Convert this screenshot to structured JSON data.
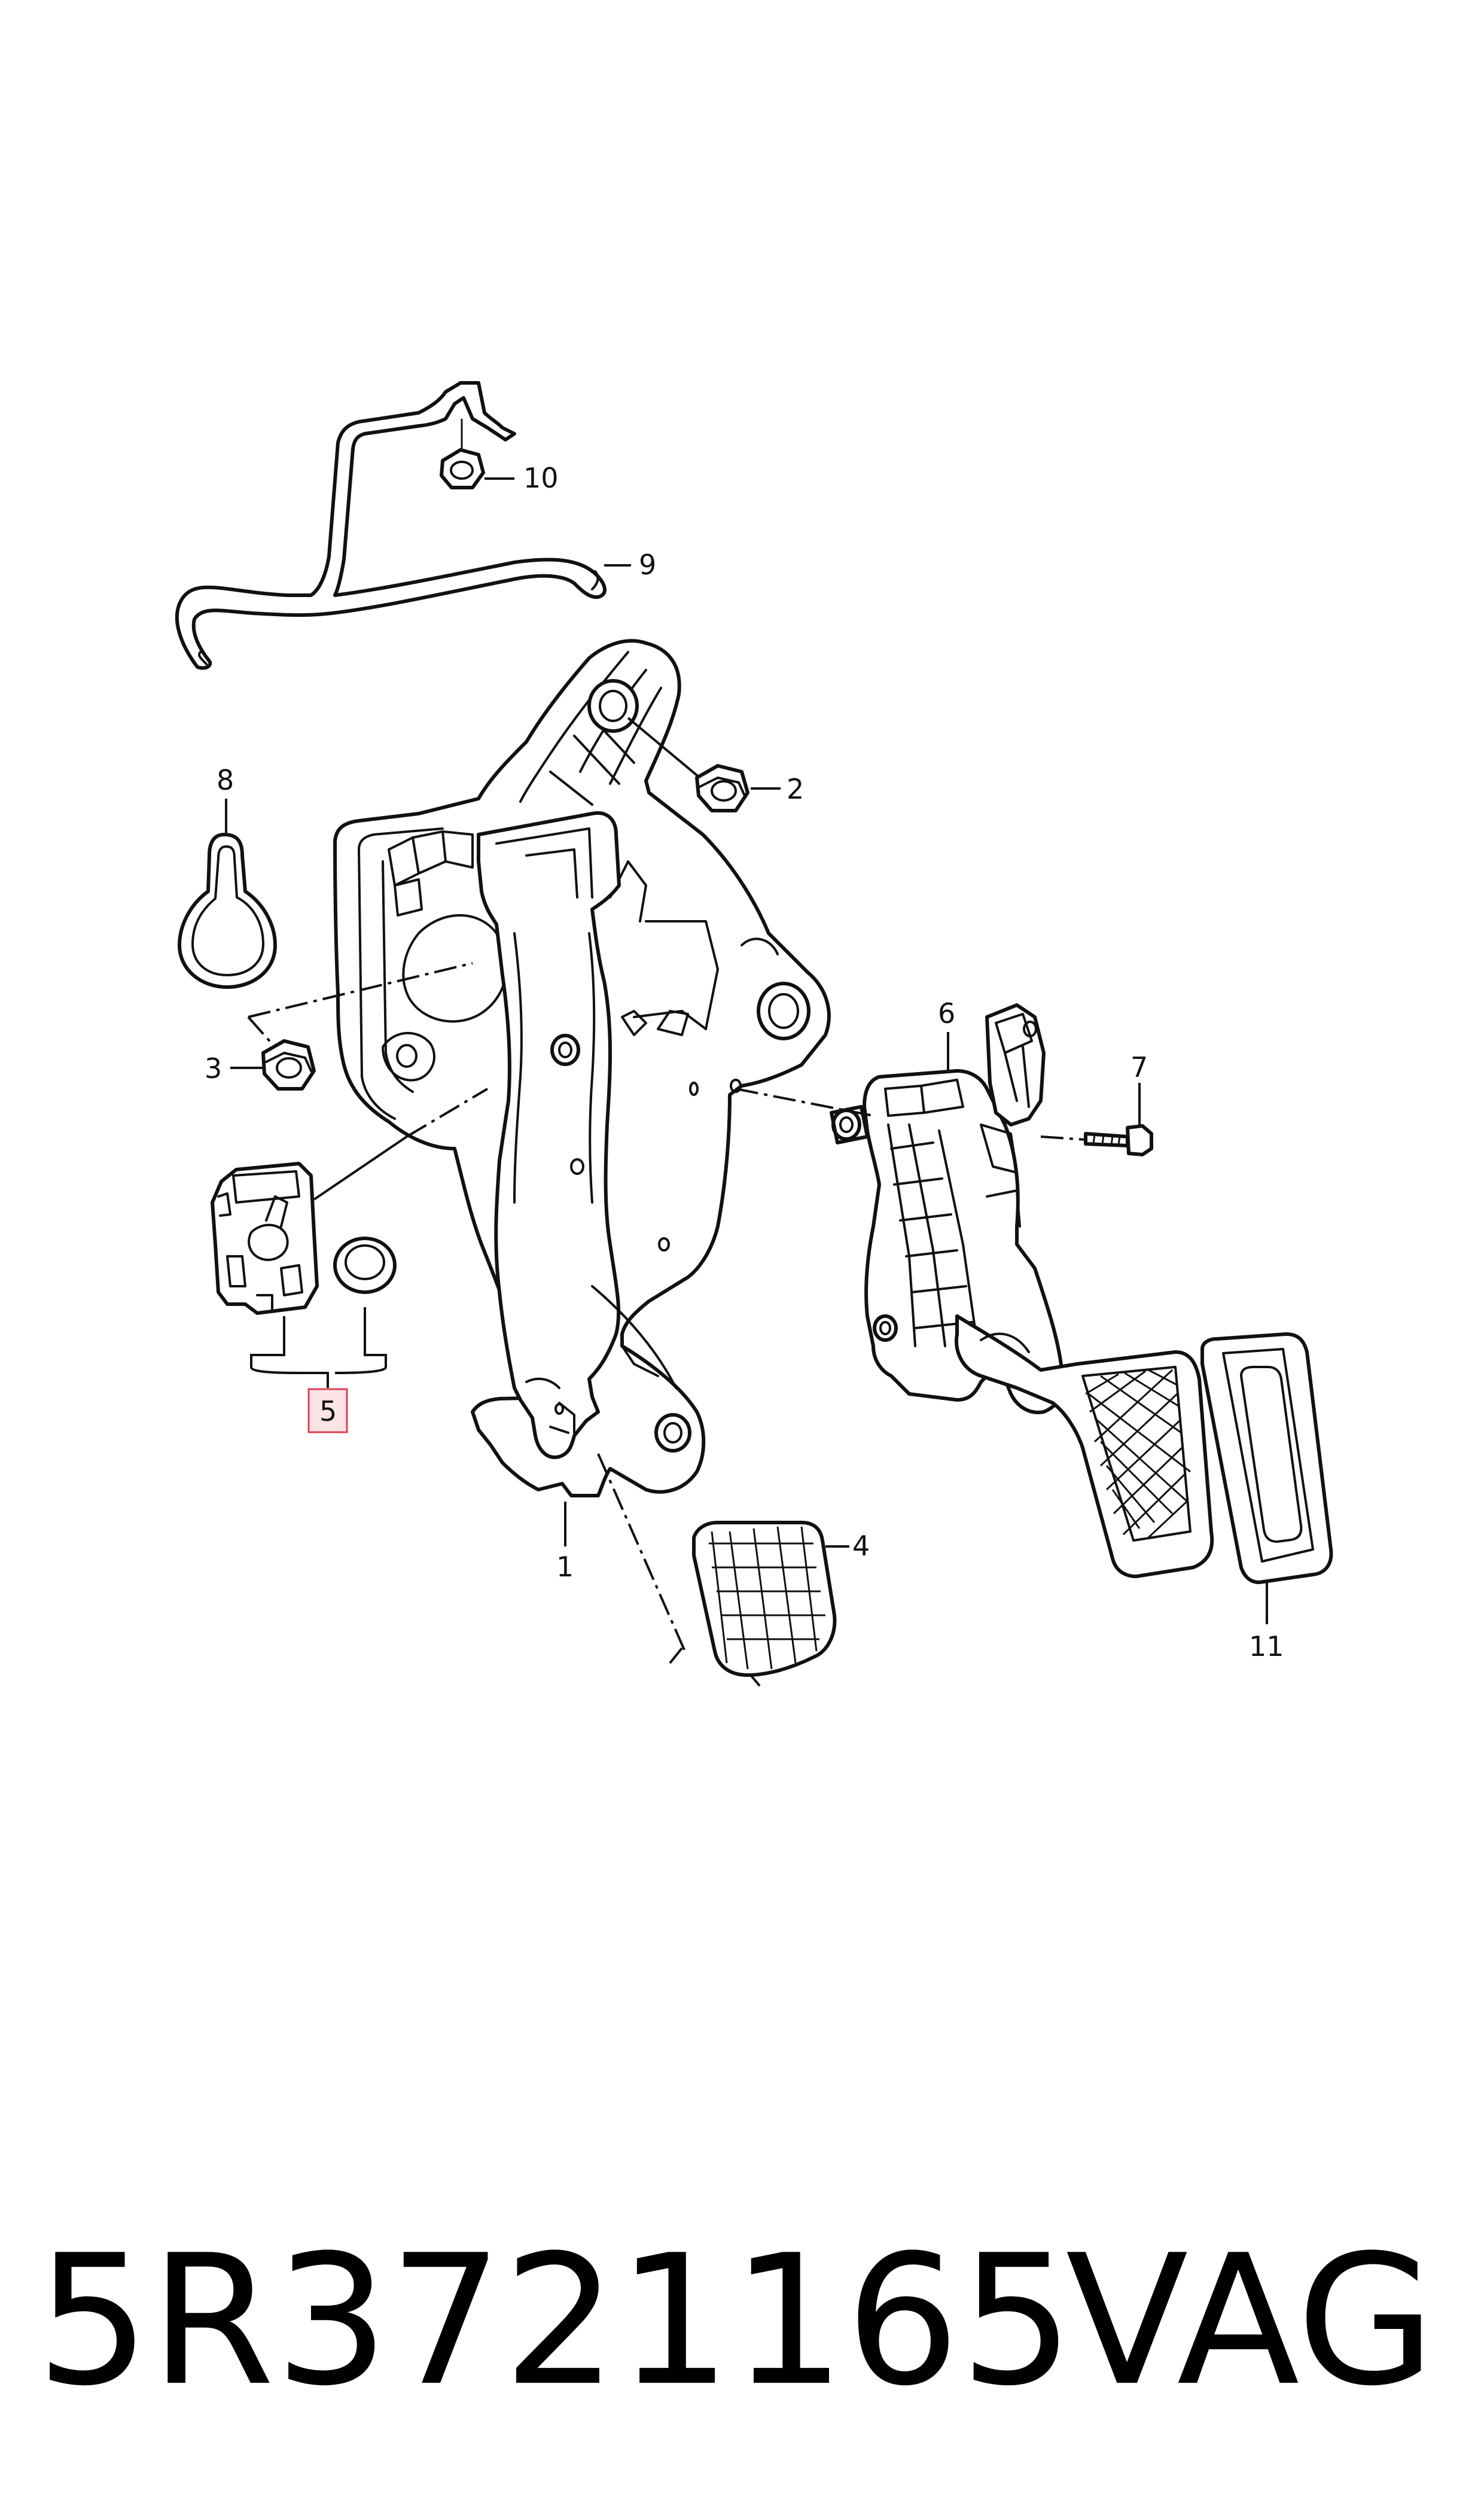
{
  "callouts": {
    "c1": "1",
    "c2": "2",
    "c3": "3",
    "c4": "4",
    "c5": "5",
    "c6": "6",
    "c7": "7",
    "c8": "8",
    "c9": "9",
    "c10": "10",
    "c11": "11"
  },
  "footer": {
    "part_number": "5R3721165",
    "brand": "VAG"
  },
  "colors": {
    "line": "#111111",
    "highlight_fill": "#fbe3e6",
    "highlight_stroke": "#d9434f",
    "background": "#ffffff"
  }
}
